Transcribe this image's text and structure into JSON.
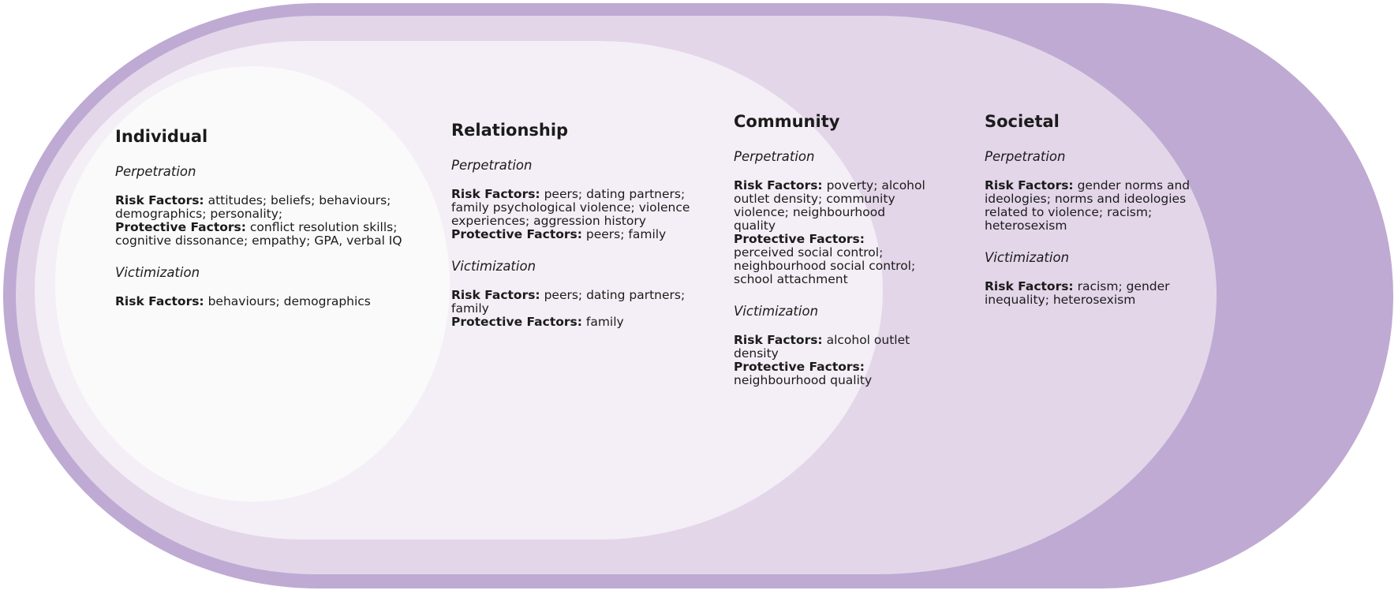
{
  "diagram": {
    "type": "socio-ecological model",
    "colors": {
      "societal": "#bfaad3",
      "community": "#e3d6e9",
      "relationship": "#f4eff6",
      "individual": "#fbfafa",
      "text": "#1b1b1b"
    },
    "levels": {
      "individual": {
        "title": "Individual",
        "perpetration": {
          "label": "Perpetration",
          "risk_label": "Risk Factors:",
          "risk_text": " attitudes; beliefs; behaviours; demographics; personality;",
          "protective_label": "Protective Factors:",
          "protective_text": " conflict resolution skills; cognitive dissonance; empathy; GPA, verbal IQ"
        },
        "victimization": {
          "label": "Victimization",
          "risk_label": "Risk Factors:",
          "risk_text": " behaviours; demographics"
        }
      },
      "relationship": {
        "title": "Relationship",
        "perpetration": {
          "label": "Perpetration",
          "risk_label": "Risk Factors:",
          "risk_text": " peers; dating partners; family psychological violence; violence experiences; aggression history",
          "protective_label": "Protective Factors:",
          "protective_text": " peers; family"
        },
        "victimization": {
          "label": "Victimization",
          "risk_label": "Risk Factors:",
          "risk_text": " peers; dating partners; family",
          "protective_label": "Protective Factors:",
          "protective_text": " family"
        }
      },
      "community": {
        "title": "Community",
        "perpetration": {
          "label": "Perpetration",
          "risk_label": "Risk Factors:",
          "risk_text": " poverty; alcohol outlet density; community violence; neighbourhood quality",
          "protective_label": "Protective Factors:",
          "protective_text": " perceived social control; neighbourhood social control; school attachment"
        },
        "victimization": {
          "label": "Victimization",
          "risk_label": "Risk Factors:",
          "risk_text": " alcohol outlet density",
          "protective_label": "Protective Factors:",
          "protective_text": " neighbourhood quality"
        }
      },
      "societal": {
        "title": "Societal",
        "perpetration": {
          "label": "Perpetration",
          "risk_label": "Risk Factors:",
          "risk_text": " gender norms and ideologies; norms and ideologies related to violence; racism; heterosexism"
        },
        "victimization": {
          "label": "Victimization",
          "risk_label": "Risk Factors:",
          "risk_text": " racism; gender inequality; heterosexism"
        }
      }
    }
  }
}
